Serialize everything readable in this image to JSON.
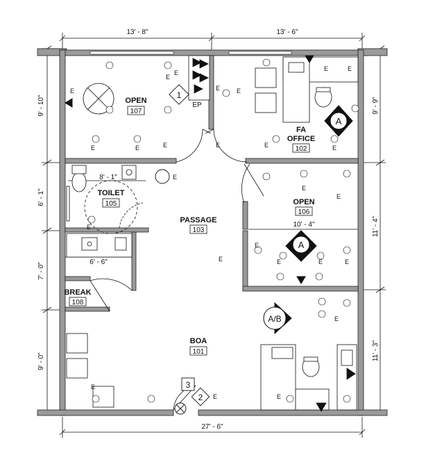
{
  "rooms": [
    {
      "id": "open107",
      "name": "OPEN",
      "number": "107"
    },
    {
      "id": "fa102",
      "name": "FA\nOFFICE",
      "number": "102"
    },
    {
      "id": "toilet105",
      "name": "TOILET",
      "number": "105"
    },
    {
      "id": "passage103",
      "name": "PASSAGE",
      "number": "103"
    },
    {
      "id": "open106",
      "name": "OPEN",
      "number": "106"
    },
    {
      "id": "break108",
      "name": "BREAK",
      "number": "108"
    },
    {
      "id": "boa101",
      "name": "BOA",
      "number": "101"
    }
  ],
  "dimensions": {
    "top_left": "13' - 8\"",
    "top_right": "13' - 6\"",
    "bottom": "27' - 6\"",
    "left_1": "9' - 10\"",
    "left_2": "6' - 1\"",
    "left_3": "7' - 0\"",
    "left_4": "9' - 0\"",
    "right_1": "9' - 9\"",
    "right_2": "11' - 4\"",
    "right_3": "11' - 3\"",
    "toilet_width": "8' - 1\"",
    "break_width": "6' - 6\"",
    "open106_width": "10' - 4\""
  },
  "tags": {
    "key_1": "1",
    "key_2": "2",
    "key_3": "3",
    "panel": "EP",
    "elev_a1": "A",
    "elev_a2": "A",
    "elev_ab": "A/B"
  },
  "outlet_letter": "E",
  "colors": {
    "wall": "#9a9a9a",
    "line": "#111111"
  }
}
